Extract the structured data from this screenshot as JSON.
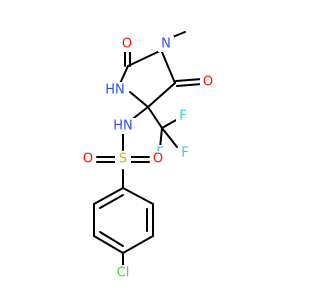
{
  "molecule": {
    "atoms": {
      "o_top": {
        "label": "O",
        "color": "#ff0d0d"
      },
      "n_methyl": {
        "label": "N",
        "color": "#3050f8"
      },
      "nh": {
        "label": "HN",
        "color": "#3050f8"
      },
      "o_right": {
        "label": "O",
        "color": "#ff0d0d"
      },
      "f_1": {
        "label": "F",
        "color": "#33ccdd"
      },
      "f_2": {
        "label": "F",
        "color": "#33ccdd"
      },
      "f_3": {
        "label": "F",
        "color": "#33ccdd"
      },
      "nh_sulfonamide": {
        "label": "HN",
        "color": "#3050f8"
      },
      "o_left": {
        "label": "O",
        "color": "#ff0d0d"
      },
      "s": {
        "label": "S",
        "color": "#d7b400"
      },
      "o_right2": {
        "label": "O",
        "color": "#ff0d0d"
      },
      "cl": {
        "label": "Cl",
        "color": "#1ff01f"
      }
    }
  }
}
